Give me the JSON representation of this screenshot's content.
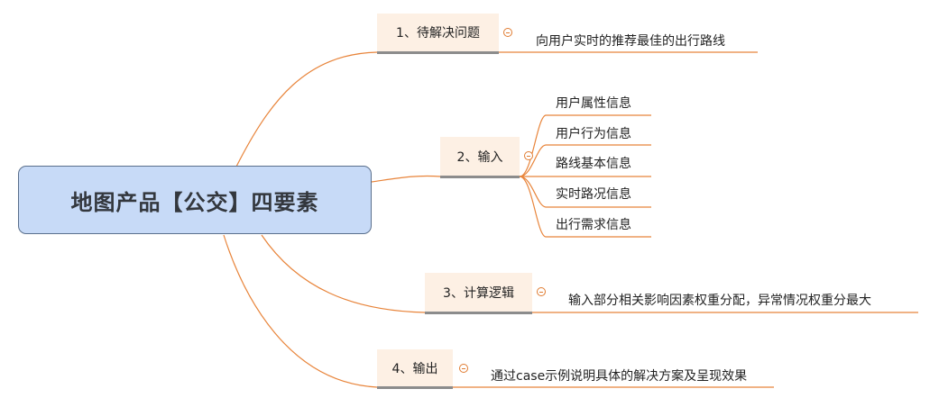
{
  "root": {
    "title": "地图产品【公交】四要素"
  },
  "topics": [
    {
      "label": "1、待解决问题",
      "children": [
        "向用户实时的推荐最佳的出行路线"
      ]
    },
    {
      "label": "2、输入",
      "children": [
        "用户属性信息",
        "用户行为信息",
        "路线基本信息",
        "实时路况信息",
        "出行需求信息"
      ]
    },
    {
      "label": "3、计算逻辑",
      "children": [
        "输入部分相关影响因素权重分配，异常情况权重分最大"
      ]
    },
    {
      "label": "4、输出",
      "children": [
        "通过case示例说明具体的解决方案及呈现效果"
      ]
    }
  ],
  "colors": {
    "branch": "#e8843a",
    "root_fill": "#c7daf7",
    "topic_fill": "#fdf0e4",
    "topic_underline": "#8c8c8c"
  },
  "icons": {
    "collapse": "collapse-minus-icon"
  }
}
